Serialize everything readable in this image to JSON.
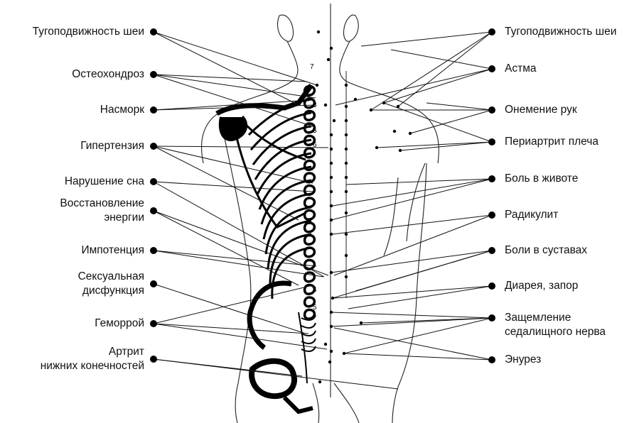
{
  "left_labels": [
    {
      "id": "L1",
      "lines": [
        "Тугоподвижность шеи"
      ]
    },
    {
      "id": "L2",
      "lines": [
        "Остеохондроз"
      ]
    },
    {
      "id": "L3",
      "lines": [
        "Насморк"
      ]
    },
    {
      "id": "L4",
      "lines": [
        "Гипертензия"
      ]
    },
    {
      "id": "L5",
      "lines": [
        "Нарушение сна"
      ]
    },
    {
      "id": "L6",
      "lines": [
        "Восстановление",
        "энергии"
      ]
    },
    {
      "id": "L7",
      "lines": [
        "Импотенция"
      ]
    },
    {
      "id": "L8",
      "lines": [
        "Сексуальная",
        "дисфункция"
      ]
    },
    {
      "id": "L9",
      "lines": [
        "Геморрой"
      ]
    },
    {
      "id": "L10",
      "lines": [
        "Артрит",
        "нижних конечностей"
      ]
    }
  ],
  "right_labels": [
    {
      "id": "R1",
      "lines": [
        "Тугоподвижность шеи"
      ]
    },
    {
      "id": "R2",
      "lines": [
        "Астма"
      ]
    },
    {
      "id": "R3",
      "lines": [
        "Онемение рук"
      ]
    },
    {
      "id": "R4",
      "lines": [
        "Периартрит плеча"
      ]
    },
    {
      "id": "R5",
      "lines": [
        "Боль в животе"
      ]
    },
    {
      "id": "R6",
      "lines": [
        "Радикулит"
      ]
    },
    {
      "id": "R7",
      "lines": [
        "Боли в суставах"
      ]
    },
    {
      "id": "R8",
      "lines": [
        "Диарея, запор"
      ]
    },
    {
      "id": "R9",
      "lines": [
        "Защемление",
        "седалищного нерва"
      ]
    },
    {
      "id": "R10",
      "lines": [
        "Энурез"
      ]
    }
  ],
  "vertebra_numbers": [
    "7",
    "3",
    "5",
    "6",
    "4",
    "5"
  ]
}
